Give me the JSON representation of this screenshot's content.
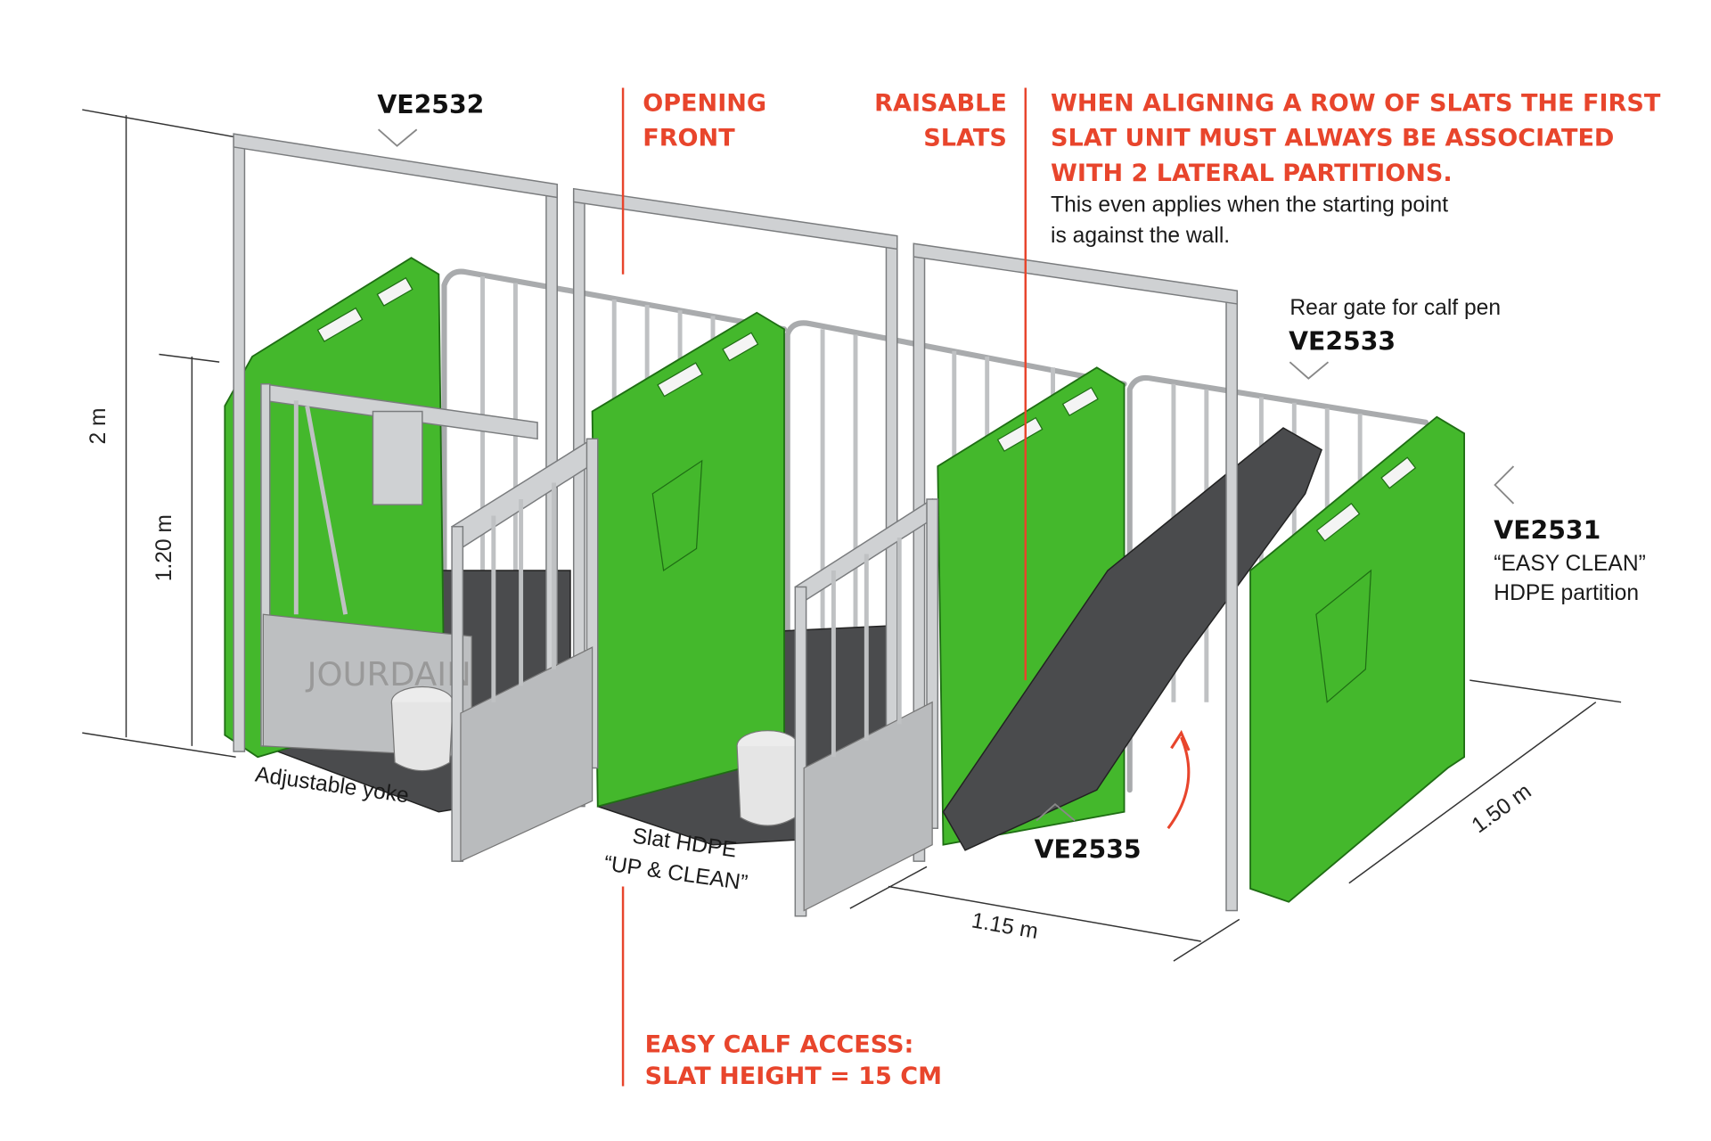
{
  "labels": {
    "ve2532": "VE2532",
    "opening_front": [
      "OPENING",
      "FRONT"
    ],
    "raisable_slats": [
      "RAISABLE",
      "SLATS"
    ],
    "alignment_note": [
      "WHEN ALIGNING A ROW OF SLATS THE FIRST",
      "SLAT UNIT MUST ALWAYS BE ASSOCIATED",
      "WITH 2 LATERAL PARTITIONS."
    ],
    "alignment_sub": [
      "This even applies when the starting point",
      "is against the wall."
    ],
    "rear_gate": "Rear gate for calf pen",
    "ve2533": "VE2533",
    "ve2531": "VE2531",
    "ve2531_desc": [
      "“EASY CLEAN”",
      "HDPE partition"
    ],
    "ve2535": "VE2535",
    "adjustable_yoke": "Adjustable yoke",
    "slat_hdpe": [
      "Slat HDPE",
      "“UP & CLEAN”"
    ],
    "easy_access": [
      "EASY CALF ACCESS:",
      "SLAT HEIGHT = 15 CM"
    ],
    "brand_plate": "JOURDAIN"
  },
  "dimensions": {
    "height_total": "2 m",
    "height_partition": "1.20 m",
    "width": "1.15 m",
    "depth": "1.50 m"
  },
  "colors": {
    "accent_red": "#e8452c",
    "partition_green": "#44b82c",
    "slat_grey": "#4a4b4d"
  }
}
